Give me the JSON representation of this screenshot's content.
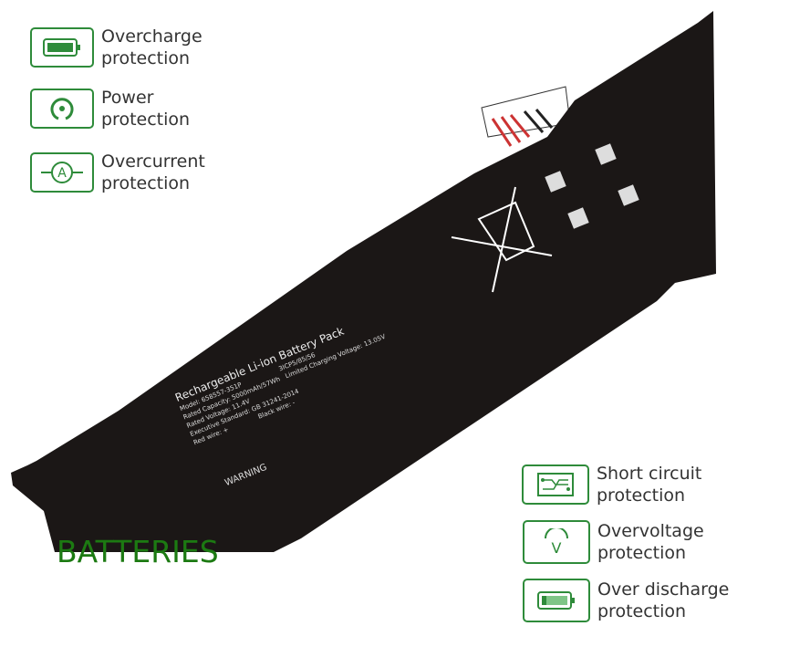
{
  "features_left": [
    {
      "icon": "battery-full-icon",
      "line1": "Overcharge",
      "line2": "protection"
    },
    {
      "icon": "power-icon",
      "line1": "Power",
      "line2": "protection"
    },
    {
      "icon": "ammeter-icon",
      "line1": "Overcurrent",
      "line2": "protection"
    }
  ],
  "features_right": [
    {
      "icon": "circuit-icon",
      "line1": "Short circuit",
      "line2": "protection"
    },
    {
      "icon": "voltmeter-icon",
      "line1": "Overvoltage",
      "line2": "protection"
    },
    {
      "icon": "battery-low-icon",
      "line1": "Over discharge",
      "line2": "protection"
    }
  ],
  "label": {
    "title": "Rechargeable Li-ion Battery Pack",
    "model": "Model: 658557-351P",
    "cells": "3ICP5/85/56",
    "capacity": "Rated Capacity: 5000mAh/57Wh",
    "charging": "Limited Charging Voltage: 13.05V",
    "voltage": "Rated Voltage: 11.4V",
    "standard": "Executive Standard: GB 31241-2014",
    "red": "Red wire: +",
    "black": "Black wire: -",
    "warning": "WARNING"
  },
  "brand": "BATTERIES",
  "colors": {
    "accent": "#2e8b3a",
    "battery": "#1b1716",
    "brand": "#1c7a12"
  }
}
